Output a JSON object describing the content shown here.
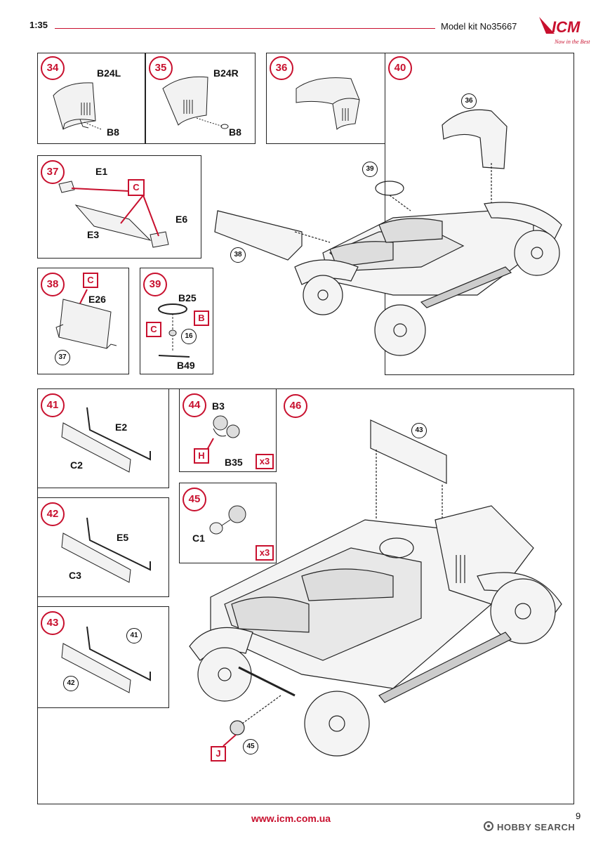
{
  "header": {
    "scale": "1:35",
    "kit": "Model kit No35667",
    "logo_text": "ICM",
    "logo_tagline": "Now in the Best"
  },
  "footer": {
    "url": "www.icm.com.ua",
    "page": "9",
    "watermark": "HOBBY SEARCH"
  },
  "steps": {
    "s34": {
      "num": "34",
      "part_a": "B24L",
      "part_b": "B8"
    },
    "s35": {
      "num": "35",
      "part_a": "B24R",
      "part_b": "B8"
    },
    "s36": {
      "num": "36"
    },
    "s40": {
      "num": "40",
      "ref_a": "36",
      "ref_b": "39",
      "ref_c": "38"
    },
    "s37": {
      "num": "37",
      "part_a": "E1",
      "part_b": "E3",
      "part_c": "E6",
      "color": "C"
    },
    "s38": {
      "num": "38",
      "color": "C",
      "part_a": "E26",
      "ref": "37"
    },
    "s39": {
      "num": "39",
      "part_a": "B25",
      "part_b": "B49",
      "color_a": "C",
      "color_b": "B",
      "ref": "16"
    },
    "s41": {
      "num": "41",
      "part_a": "E2",
      "part_b": "C2"
    },
    "s44": {
      "num": "44",
      "part_a": "B3",
      "part_b": "B35",
      "color": "H",
      "qty": "x3"
    },
    "s46": {
      "num": "46",
      "ref_a": "43",
      "ref_b": "45",
      "color": "J"
    },
    "s42": {
      "num": "42",
      "part_a": "E5",
      "part_b": "C3"
    },
    "s45": {
      "num": "45",
      "part_a": "C1",
      "qty": "x3"
    },
    "s43": {
      "num": "43",
      "ref_a": "41",
      "ref_b": "42"
    }
  },
  "colors": {
    "accent": "#c8102e",
    "line": "#222222"
  }
}
